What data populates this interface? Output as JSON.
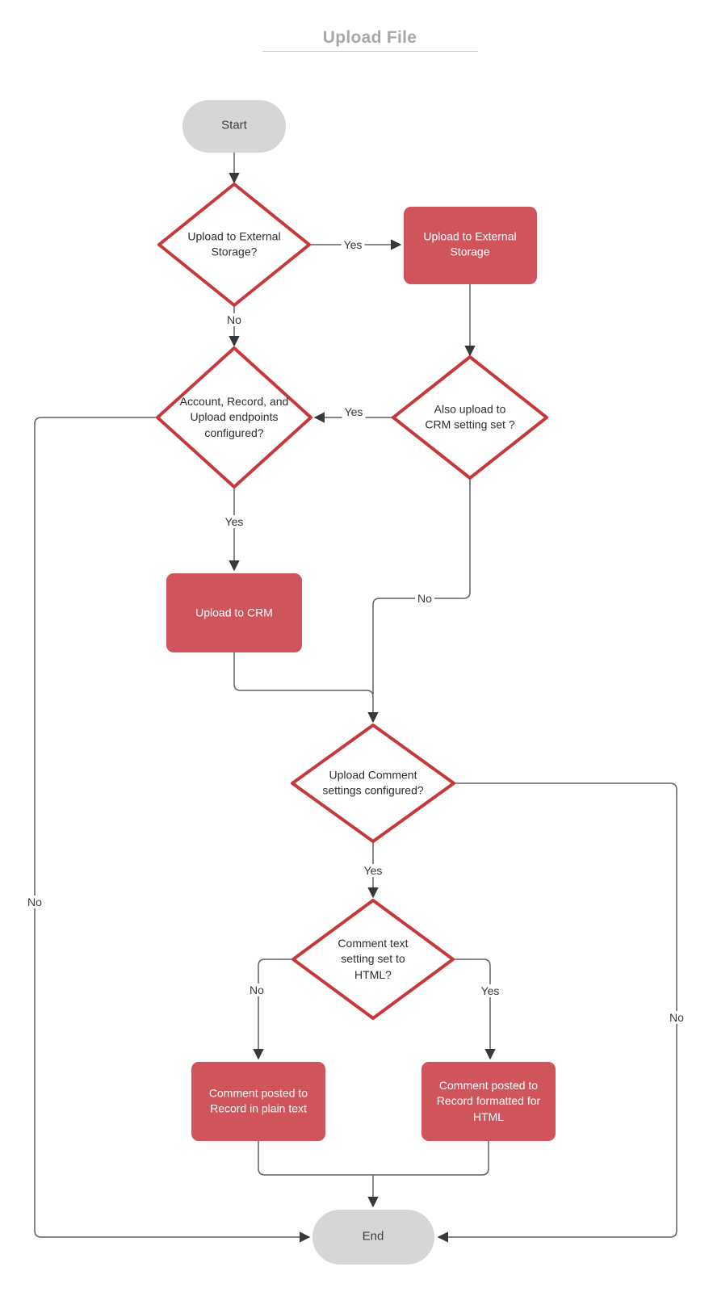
{
  "title": "Upload File",
  "colors": {
    "title_color": "#a6a8ab",
    "underline_color": "#c6c8ca",
    "node_fill_red": "#d0545c",
    "diamond_stroke": "#c6393b",
    "terminator_fill": "#d6d6d8",
    "connector_color": "#616161",
    "arrowhead_color": "#383838"
  },
  "nodes": {
    "start": {
      "label": "Start"
    },
    "decision_external": {
      "label": "Upload to External\nStorage?"
    },
    "process_external": {
      "label": "Upload to External\nStorage"
    },
    "decision_also_crm": {
      "label": "Also upload to\nCRM setting set ?"
    },
    "decision_endpoints": {
      "label": "Account, Record, and\nUpload endpoints\nconfigured?"
    },
    "process_crm": {
      "label": "Upload to CRM"
    },
    "decision_comment_settings": {
      "label": "Upload Comment\nsettings configured?"
    },
    "decision_comment_html": {
      "label": "Comment text\nsetting set to\nHTML?"
    },
    "process_plain_text": {
      "label": "Comment posted to\nRecord in plain text"
    },
    "process_html": {
      "label": "Comment posted to\nRecord formatted for\nHTML"
    },
    "end": {
      "label": "End"
    }
  },
  "edge_labels": {
    "external_yes": "Yes",
    "external_no": "No",
    "also_crm_yes": "Yes",
    "also_crm_no": "No",
    "endpoints_yes": "Yes",
    "endpoints_no": "No",
    "comment_settings_yes": "Yes",
    "comment_settings_no": "No",
    "comment_html_no": "No",
    "comment_html_yes": "Yes"
  }
}
